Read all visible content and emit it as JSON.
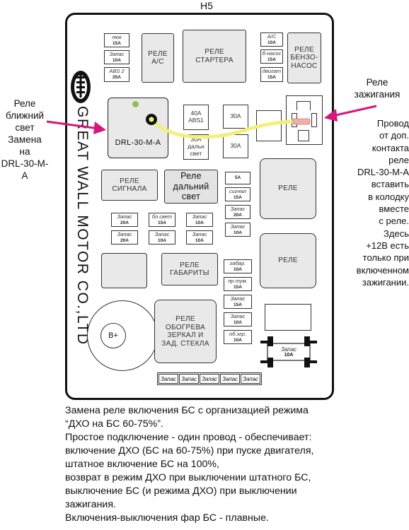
{
  "header": {
    "title": "H5"
  },
  "brand": {
    "text": "GREAT WALL MOTOR CO.,LTD"
  },
  "left_annotation": {
    "lines": [
      "Реле",
      "ближний",
      "свет",
      "Замена",
      "на",
      "DRL-30-M-A"
    ]
  },
  "right_annotation_top": {
    "lines": [
      "Реле",
      "зажигания"
    ]
  },
  "right_annotation_body": {
    "lines": [
      "Провод",
      "от доп.",
      "контакта",
      "реле",
      "DRL-30-M-A",
      "вставить",
      "в колодку",
      "вместе",
      "с реле.",
      "Здесь",
      "+12В есть",
      "только при",
      "включенном",
      "зажигании."
    ]
  },
  "relays": {
    "ac": "РЕЛЕ A/C",
    "starter": "РЕЛЕ СТАРТЕРА",
    "fuel_pump": "РЕЛЕ БЕНЗО-НАСОС",
    "drl": "DRL-30-M-A",
    "signal": "РЕЛЕ СИГНАЛА",
    "high_beam": "Реле дальний свет",
    "generic1": "РЕЛЕ",
    "generic2": "РЕЛЕ",
    "parking": "РЕЛЕ ГАБАРИТЫ",
    "heater": "РЕЛЕ ОБОГРЕВА ЗЕРКАЛ И ЗАД. СТЕКЛА",
    "bplus": "B+"
  },
  "fuses": {
    "luk": {
      "t": "люк",
      "a": "15A"
    },
    "zapas_top": {
      "t": "Запас",
      "a": "10A"
    },
    "abs2": {
      "t": "ABS 2",
      "a": "25A"
    },
    "ac_f": {
      "t": "A/C",
      "a": "10A"
    },
    "benzonasos": {
      "t": "б-насос",
      "a": "15A"
    },
    "dvigat": {
      "t": "двигат",
      "a": "15A"
    },
    "f40abs1": {
      "t": "40A ABS1",
      "a": ""
    },
    "f30a_1": {
      "t": "30A",
      "a": ""
    },
    "f30a_dal": {
      "t": "30A дальн свет",
      "a": ""
    },
    "f30a_2": {
      "t": "30A",
      "a": ""
    },
    "f5a": {
      "t": "5A",
      "a": ""
    },
    "signal_f": {
      "t": "сигнал",
      "a": "15A"
    },
    "zapas_r1": {
      "t": "Запас",
      "a": "20A"
    },
    "zapas_r2": {
      "t": "Запас",
      "a": "10A"
    },
    "zapas_l1": {
      "t": "Запас",
      "a": "20A"
    },
    "bl_svet": {
      "t": "бл.свет",
      "a": "15A"
    },
    "zapas_m1": {
      "t": "Запас",
      "a": "10A"
    },
    "zapas_l2": {
      "t": "Запас",
      "a": "20A"
    },
    "zapas_m2": {
      "t": "Запас",
      "a": "10A"
    },
    "zapas_m3": {
      "t": "Запас",
      "a": "10A"
    },
    "gabar": {
      "t": "габар.",
      "a": "10A"
    },
    "pr_tum": {
      "t": "пр.тум.",
      "a": "15A"
    },
    "zapas_r3": {
      "t": "Запас",
      "a": "15A"
    },
    "zapas_r4": {
      "t": "Запас",
      "a": "10A"
    },
    "ob_gr": {
      "t": "об.згр.",
      "a": "10A"
    },
    "zapas_bottom": {
      "t": "Запас",
      "a": "10A"
    }
  },
  "bottom_spares": [
    "Запас",
    "Запас",
    "Запас",
    "Запас",
    "Запас"
  ],
  "caption": {
    "lines": [
      "Замена реле включения БС с организацией режима",
      "“ДХО на БС 60-75%”.",
      "Простое подключение - один провод - обеспечивает:",
      "включение ДХО (БС на 60-75%) при пуске двигателя,",
      "штатное включение БС на 100%,",
      "возврат в режим ДХО при выключении штатного БС,",
      "выключение БС (и режима ДХО) при выключении",
      "зажигания.",
      "Включения-выключения фар БС - плавные."
    ]
  },
  "colors": {
    "arrow": "#d4187a",
    "wire": "#f3f07a",
    "relay_fill": "#e9e9e9",
    "green_dot": "#8bc34a"
  }
}
